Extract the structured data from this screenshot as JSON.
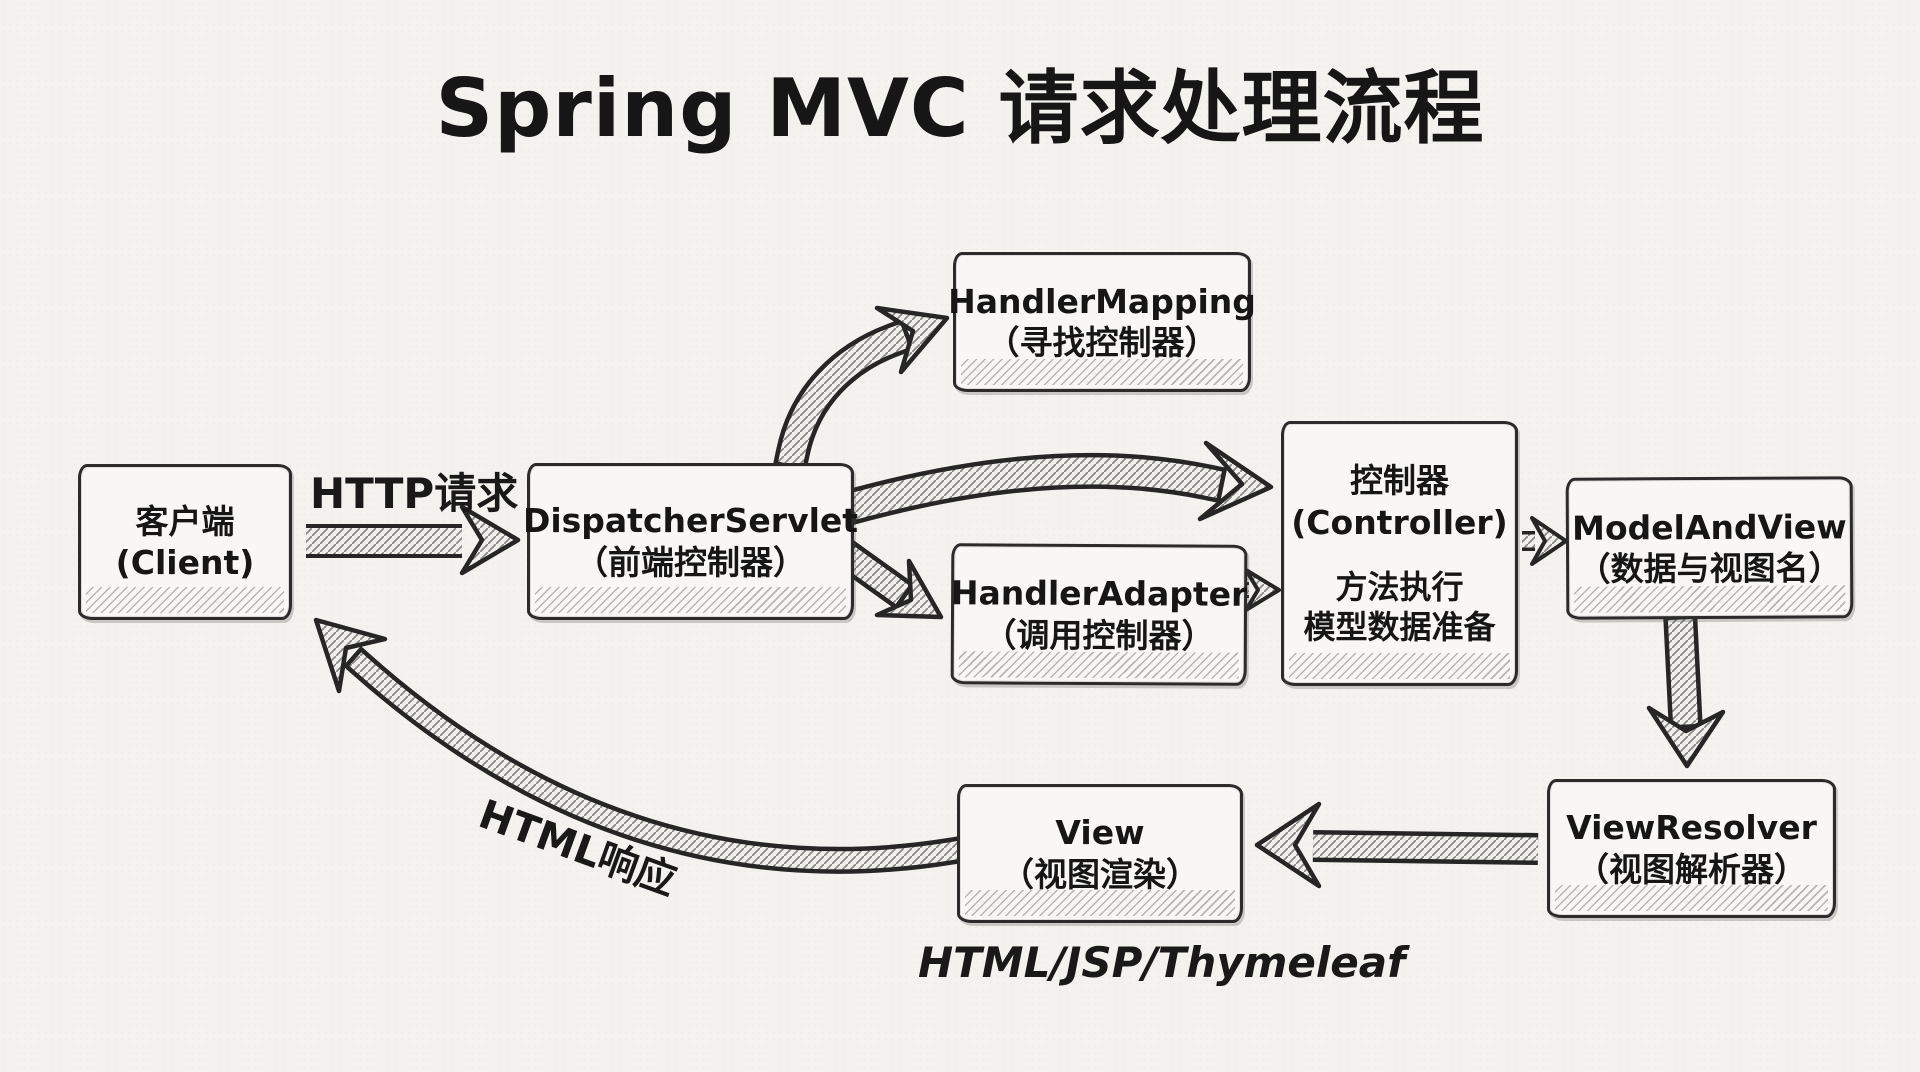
{
  "title": "Spring MVC 请求处理流程",
  "labels": {
    "http_request": "HTTP请求",
    "html_response": "HTML响应",
    "view_tech": "HTML/JSP/Thymeleaf"
  },
  "boxes": {
    "client": {
      "name": "客户端",
      "sub": "(Client)"
    },
    "dispatcher": {
      "name": "DispatcherServlet",
      "sub": "（前端控制器）"
    },
    "handler_mapping": {
      "name": "HandlerMapping",
      "sub": "（寻找控制器）"
    },
    "handler_adapter": {
      "name": "HandlerAdapter",
      "sub": "（调用控制器）"
    },
    "controller": {
      "name": "控制器",
      "sub": "(Controller)",
      "detail1": "方法执行",
      "detail2": "模型数据准备"
    },
    "model_and_view": {
      "name": "ModelAndView",
      "sub": "（数据与视图名）"
    },
    "view_resolver": {
      "name": "ViewResolver",
      "sub": "（视图解析器）"
    },
    "view": {
      "name": "View",
      "sub": "（视图渲染）"
    }
  },
  "arrows": [
    {
      "id": "http-request",
      "from": "client",
      "to": "dispatcher"
    },
    {
      "id": "find-handler",
      "from": "dispatcher",
      "to": "handler_mapping"
    },
    {
      "id": "invoke-controller",
      "from": "dispatcher",
      "to": "controller"
    },
    {
      "id": "to-handler-adapter",
      "from": "dispatcher",
      "to": "handler_adapter"
    },
    {
      "id": "adapter-calls",
      "from": "handler_adapter",
      "to": "controller"
    },
    {
      "id": "returns-mav",
      "from": "controller",
      "to": "model_and_view"
    },
    {
      "id": "to-view-resolver",
      "from": "model_and_view",
      "to": "view_resolver"
    },
    {
      "id": "resolver-to-view",
      "from": "view_resolver",
      "to": "view"
    },
    {
      "id": "html-response",
      "from": "view",
      "to": "client"
    }
  ],
  "colors": {
    "paper": "#f3f2ef",
    "ink": "#262626",
    "box_fill": "#f8f7f5",
    "hatch": "#8a8a8a"
  }
}
